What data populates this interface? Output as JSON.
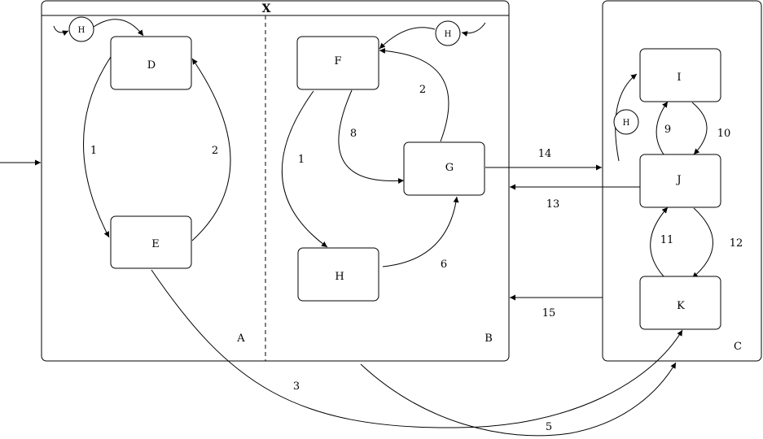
{
  "superstate": {
    "title": "X"
  },
  "regions": {
    "a": "A",
    "b": "B",
    "c": "C"
  },
  "states": {
    "d": "D",
    "e": "E",
    "f": "F",
    "g": "G",
    "h": "H",
    "i": "I",
    "j": "J",
    "k": "K"
  },
  "history": {
    "a": "H",
    "b": "H",
    "c": "H"
  },
  "transitions": {
    "d_to_e": "1",
    "e_to_d": "2",
    "e_to_k": "3",
    "x_to_k": "5",
    "f_to_h": "1",
    "g_to_f": "2",
    "f_to_g": "8",
    "h_to_g": "6",
    "j_to_i": "9",
    "i_to_j": "10",
    "k_to_j": "11",
    "j_to_k": "12",
    "j_to_b": "13",
    "g_to_c": "14",
    "c_to_b": "15"
  }
}
